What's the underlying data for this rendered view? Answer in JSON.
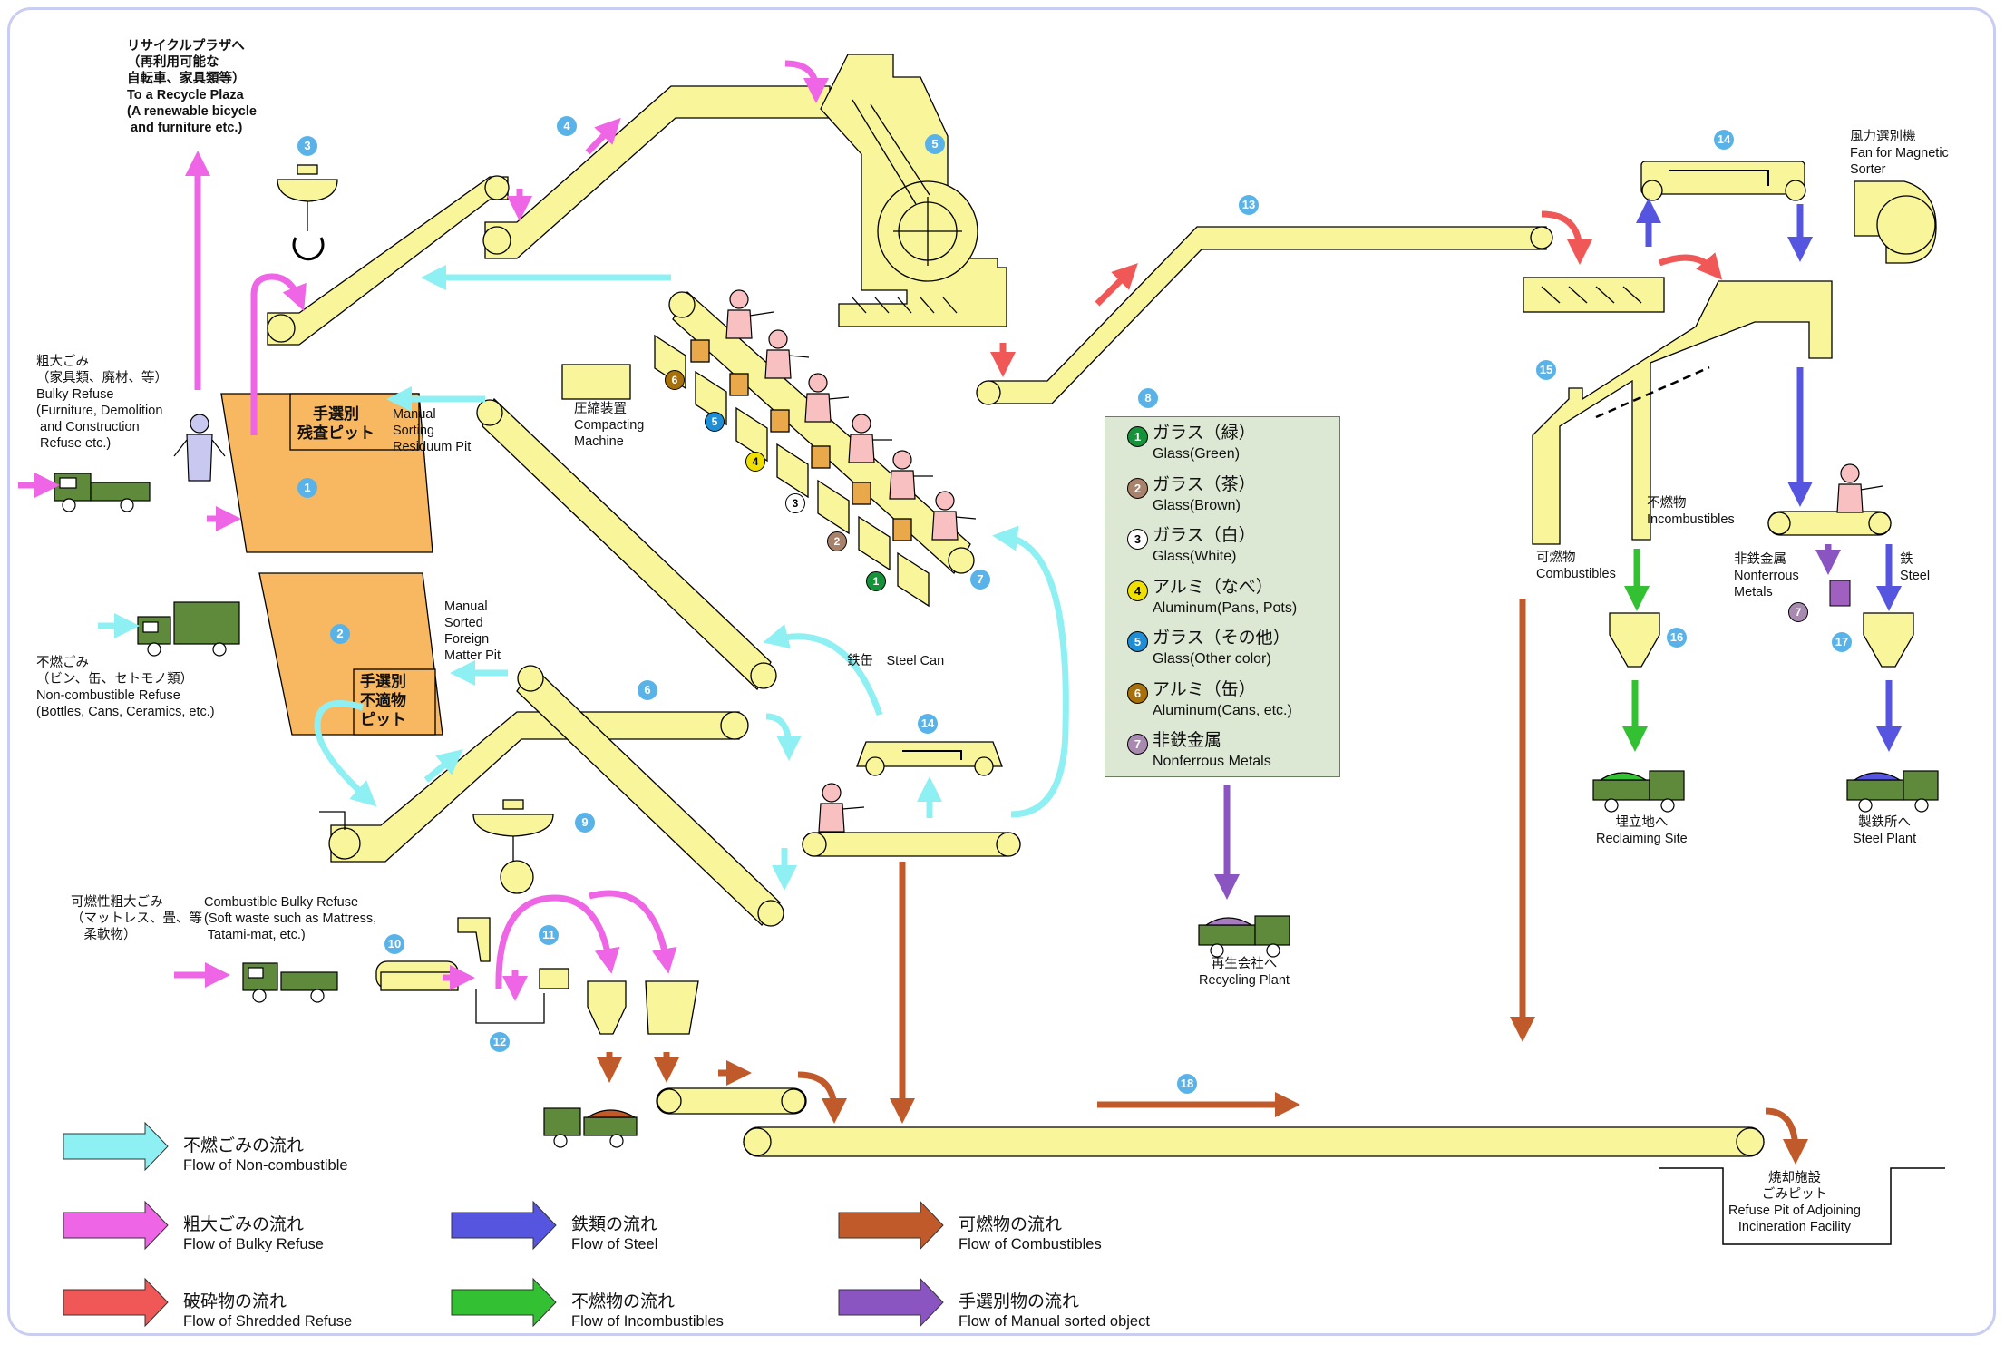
{
  "texts": {
    "to_recycle_plaza": "リサイクルプラザへ\n（再利用可能な\n自転車、家具類等）\nTo a Recycle Plaza\n(A renewable bicycle\n and furniture etc.)",
    "bulky_refuse": "粗大ごみ\n（家具類、廃材、等）\nBulky Refuse\n(Furniture, Demolition\n and Construction\n Refuse etc.)",
    "pit1_label": "手選別\n残査ピット",
    "manual_sorting_residuum": "Manual\nSorting\nResiduum Pit",
    "manual_sorted_foreign": "Manual\nSorted\nForeign\nMatter Pit",
    "pit2_label": "手選別\n不適物\nピット",
    "noncombustible_refuse": "不燃ごみ\n（ビン、缶、セトモノ類）\nNon-combustible Refuse\n(Bottles, Cans, Ceramics, etc.)",
    "compacting_machine": "圧縮装置\nCompacting\nMachine",
    "steel_can": "鉄缶　Steel Can",
    "combustible_bulky_ja": "可燃性粗大ごみ\n（マットレス、畳、等\n　柔軟物）",
    "combustible_bulky_en": "Combustible Bulky Refuse\n(Soft waste such as Mattress,\n Tatami-mat, etc.)",
    "recycling_plant": "再生会社へ\nRecycling Plant",
    "fan_magnetic": "風力選別機\nFan for Magnetic\nSorter",
    "incombustibles": "不燃物\nIncombustibles",
    "combustibles": "可燃物\nCombustibles",
    "nonferrous_metals": "非鉄金属\nNonferrous\nMetals",
    "steel": "鉄\nSteel",
    "reclaiming_site": "埋立地へ\nReclaiming Site",
    "steel_plant": "製鉄所へ\nSteel Plant",
    "refuse_pit": "焼却施設\nごみピット\nRefuse Pit of Adjoining\nIncineration Facility"
  },
  "numbers": {
    "n1": "1",
    "n2": "2",
    "n3": "3",
    "n4": "4",
    "n5": "5",
    "n6": "6",
    "n7": "7",
    "n8": "8",
    "n9": "9",
    "n10": "10",
    "n11": "11",
    "n12": "12",
    "n13": "13",
    "n14a": "14",
    "n14b": "14",
    "n15": "15",
    "n16": "16",
    "n17": "17",
    "n18": "18"
  },
  "materials": [
    {
      "num": "1",
      "ja": "ガラス（緑）",
      "en": "Glass(Green)",
      "color": "#16923a"
    },
    {
      "num": "2",
      "ja": "ガラス（茶）",
      "en": "Glass(Brown)",
      "color": "#a8826a"
    },
    {
      "num": "3",
      "ja": "ガラス（白）",
      "en": "Glass(White)",
      "color": "#ffffff"
    },
    {
      "num": "4",
      "ja": "アルミ（なべ）",
      "en": "Aluminum(Pans, Pots)",
      "color": "#f0e000"
    },
    {
      "num": "5",
      "ja": "ガラス（その他）",
      "en": "Glass(Other color)",
      "color": "#1e8fd6"
    },
    {
      "num": "6",
      "ja": "アルミ（缶）",
      "en": "Aluminum(Cans, etc.)",
      "color": "#a8700a"
    },
    {
      "num": "7",
      "ja": "非鉄金属",
      "en": "Nonferrous Metals",
      "color": "#a88ab0"
    }
  ],
  "sorting_marks": {
    "m6": "6",
    "m5": "5",
    "m4": "4",
    "m3": "3",
    "m2": "2",
    "m1": "1",
    "m7": "7"
  },
  "legend": [
    {
      "ja": "不燃ごみの流れ",
      "en": "Flow of Non-combustible",
      "color": "#8ff0f4"
    },
    {
      "ja": "粗大ごみの流れ",
      "en": "Flow of Bulky Refuse",
      "color": "#ee66e6"
    },
    {
      "ja": "破砕物の流れ",
      "en": "Flow of Shredded Refuse",
      "color": "#f05858"
    },
    {
      "ja": "鉄類の流れ",
      "en": "Flow of Steel",
      "color": "#5555e0"
    },
    {
      "ja": "不燃物の流れ",
      "en": "Flow of Incombustibles",
      "color": "#33c033"
    },
    {
      "ja": "可燃物の流れ",
      "en": "Flow of Combustibles",
      "color": "#c05a2a"
    },
    {
      "ja": "手選別物の流れ",
      "en": "Flow of Manual sorted object",
      "color": "#8a55c0"
    }
  ],
  "colors": {
    "conveyor": "#f8f59a",
    "pit": "#f8b862",
    "truck": "#5f8a3c",
    "worker": "#f8c0c0",
    "number_badge": "#5ab3e8"
  }
}
